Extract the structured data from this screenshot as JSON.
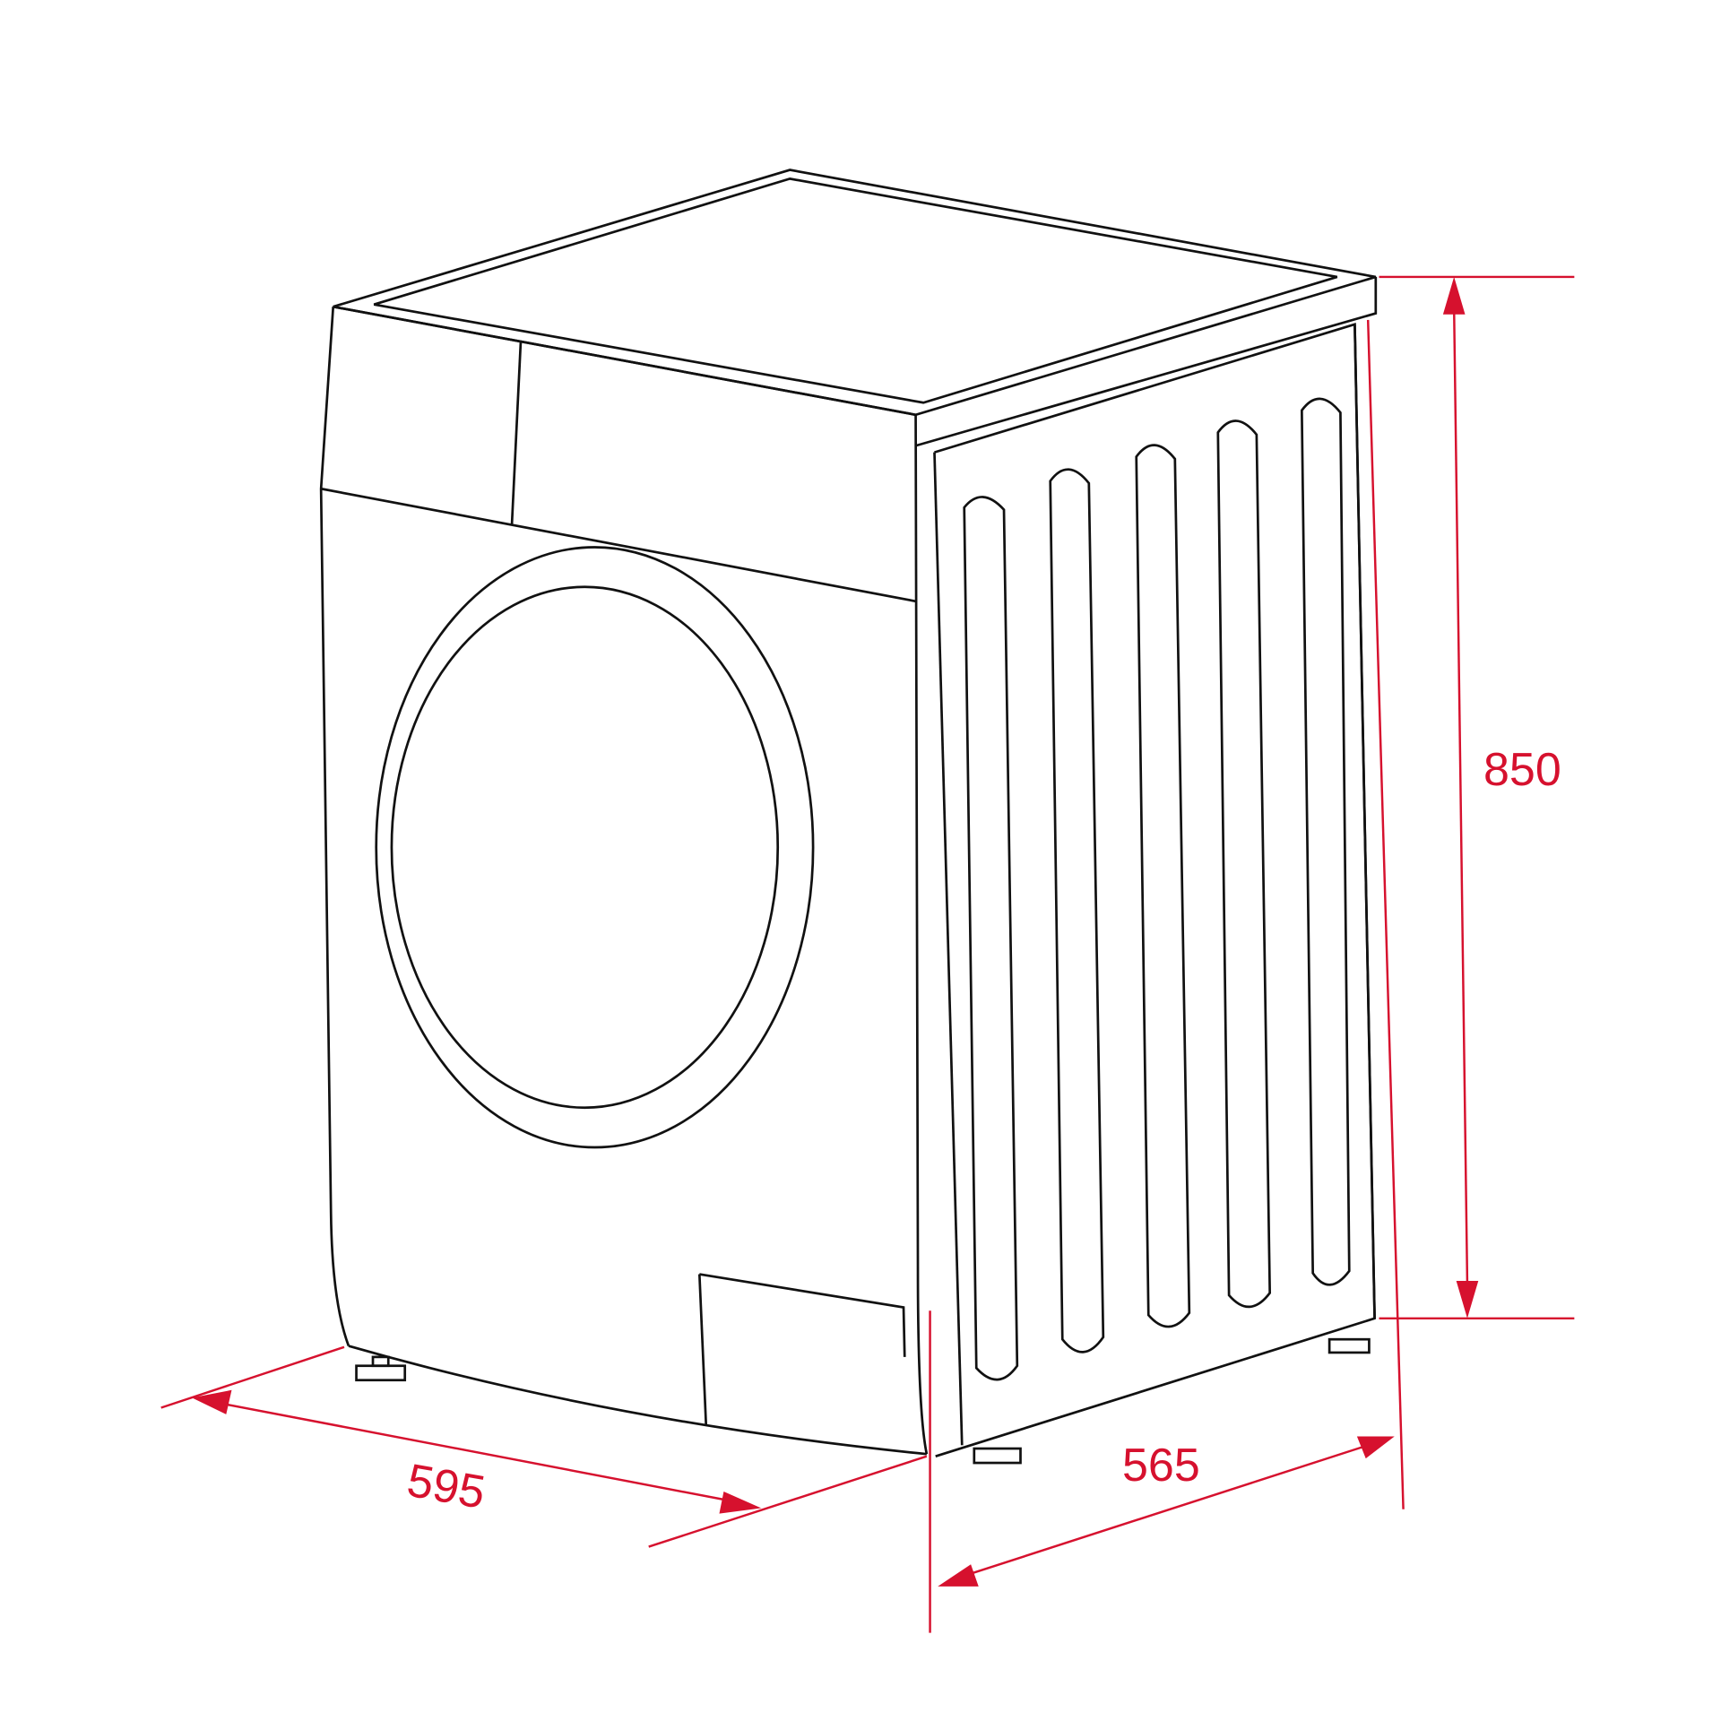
{
  "diagram": {
    "subject": "Front-loading washing machine isometric outline",
    "units": "mm",
    "accent_color": "#d6112e",
    "line_color": "#111111",
    "dimensions": {
      "height": {
        "label": "850",
        "value": 850
      },
      "width": {
        "label": "595",
        "value": 595
      },
      "depth": {
        "label": "565",
        "value": 565
      }
    }
  }
}
